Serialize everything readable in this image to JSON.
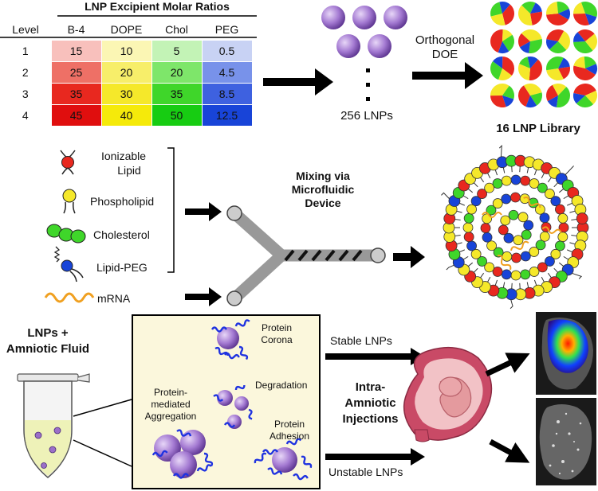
{
  "table": {
    "title": "LNP Excipient Molar Ratios",
    "headers": [
      "Level",
      "B-4",
      "DOPE",
      "Chol",
      "PEG"
    ],
    "rows": [
      {
        "level": "1",
        "values": [
          "15",
          "10",
          "5",
          "0.5"
        ]
      },
      {
        "level": "2",
        "values": [
          "25",
          "20",
          "20",
          "4.5"
        ]
      },
      {
        "level": "3",
        "values": [
          "35",
          "30",
          "35",
          "8.5"
        ]
      },
      {
        "level": "4",
        "values": [
          "45",
          "40",
          "50",
          "12.5"
        ]
      }
    ],
    "column_colors": [
      [
        "#f8c0bc",
        "#ee7066",
        "#e8281f",
        "#e00e0e"
      ],
      [
        "#fbf6b4",
        "#f7ee6a",
        "#f5e82a",
        "#f5ea0a"
      ],
      [
        "#c3f3b6",
        "#7ee66a",
        "#3fd62a",
        "#17cc12"
      ],
      [
        "#c8d2f4",
        "#7892ea",
        "#3e61e0",
        "#1844d8"
      ]
    ]
  },
  "top": {
    "lnp_count_label": "256 LNPs",
    "doe_label_line1": "Orthogonal",
    "doe_label_line2": "DOE",
    "library_label": "16 LNP Library"
  },
  "components": {
    "items": [
      {
        "label_line1": "Ionizable",
        "label_line2": "Lipid"
      },
      {
        "label_line1": "Phospholipid",
        "label_line2": ""
      },
      {
        "label_line1": "Cholesterol",
        "label_line2": ""
      },
      {
        "label_line1": "Lipid-PEG",
        "label_line2": ""
      },
      {
        "label_line1": "mRNA",
        "label_line2": ""
      }
    ],
    "mixing_line1": "Mixing via",
    "mixing_line2": "Microfluidic",
    "mixing_line3": "Device"
  },
  "bottom": {
    "tube_title_line1": "LNPs +",
    "tube_title_line2": "Amniotic Fluid",
    "corona_line1": "Protein",
    "corona_line2": "Corona",
    "degradation": "Degradation",
    "aggregation_line1": "Protein-",
    "aggregation_line2": "mediated",
    "aggregation_line3": "Aggregation",
    "adhesion_line1": "Protein",
    "adhesion_line2": "Adhesion",
    "stable": "Stable LNPs",
    "unstable": "Unstable LNPs",
    "injection_line1": "Intra-",
    "injection_line2": "Amniotic",
    "injection_line3": "Injections"
  },
  "colors": {
    "ionizable": "#e8281f",
    "phospholipid": "#f5e82a",
    "cholesterol": "#3fd62a",
    "peg": "#1844d8",
    "mrna": "#f0a020",
    "lnp_purple": "#9b6fc8",
    "protein_blue": "#1f33e0",
    "box_fill": "#fbf7dc",
    "arrow": "#000000"
  }
}
